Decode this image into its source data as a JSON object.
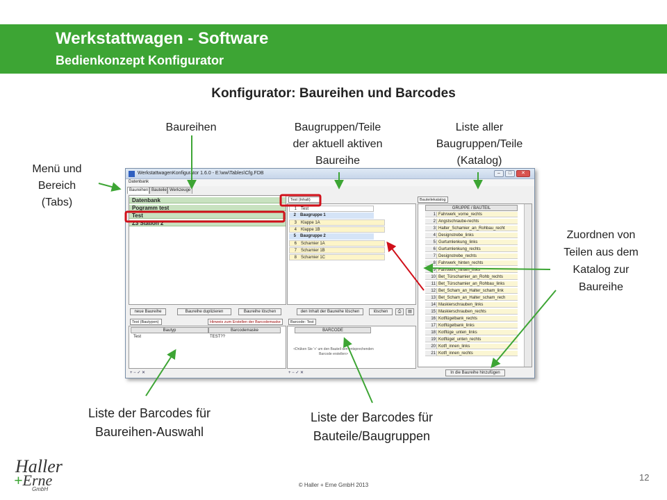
{
  "slide": {
    "title": "Werkstattwagen - Software",
    "subtitle": "Bedienkonzept Konfigurator",
    "heading": "Konfigurator: Baureihen und Barcodes",
    "page_number": "12",
    "copyright": "© Haller + Erne GmbH 2013",
    "logo_lines": [
      "Haller",
      "Erne",
      "GmbH"
    ]
  },
  "callouts": {
    "menu": [
      "Menü und",
      "Bereich",
      "(Tabs)"
    ],
    "series": [
      "Baureihen"
    ],
    "groups": [
      "Baugruppen/Teile",
      "der aktuell aktiven",
      "Baureihe"
    ],
    "catalog": [
      "Liste aller",
      "Baugruppen/Teile",
      "(Katalog)"
    ],
    "assign": [
      "Zuordnen von",
      "Teilen aus dem",
      "Katalog zur",
      "Baureihe"
    ],
    "barcodes_series": [
      "Liste der Barcodes für",
      "Baureihen-Auswahl"
    ],
    "barcodes_parts": [
      "Liste der Barcodes für",
      "Bauteile/Baugruppen"
    ]
  },
  "colors": {
    "brand_green": "#3da534",
    "highlight_red": "#d0101a",
    "arrow_green": "#3da534"
  },
  "app": {
    "title": "WerkstattwagenKonfigurator 1.6.0 - E:\\ww\\Tables\\Cfg.FDB",
    "menu": "Datenbank",
    "window_buttons": [
      "–",
      "□",
      "✕"
    ],
    "tabs": [
      "Baureihen",
      "Bauteile",
      "Werkzeuge"
    ],
    "series_list": [
      "Datenbank",
      "Pogramm test",
      "Test",
      "Z3 Station 2"
    ],
    "series_buttons": [
      "neue Baureihe",
      "Baureihe duplizieren",
      "Baureihe löschen"
    ],
    "content_tab": "Test (Inhalt)",
    "content_rows": [
      {
        "num": "1",
        "label": "Test",
        "type": "root"
      },
      {
        "num": "2",
        "label": "Baugruppe 1",
        "type": "group"
      },
      {
        "num": "3",
        "label": "Klappe 1A",
        "type": "part"
      },
      {
        "num": "4",
        "label": "Klappe 1B",
        "type": "part"
      },
      {
        "num": "5",
        "label": "Baugruppe 2",
        "type": "group"
      },
      {
        "num": "6",
        "label": "Scharnier 1A",
        "type": "part"
      },
      {
        "num": "7",
        "label": "Scharnier 1B",
        "type": "part"
      },
      {
        "num": "8",
        "label": "Scharnier 1C",
        "type": "part"
      }
    ],
    "content_buttons": [
      "den Inhalt der Baureihe löschen",
      "löschen"
    ],
    "barcode_series": {
      "tab": "Test (Bautypen)",
      "hint_tab": "Hinweis zum Erstellen der Barcodemaske",
      "columns": [
        "Bautyp",
        "Barcodemaske"
      ],
      "rows": [
        [
          "Test",
          "TEST??"
        ]
      ]
    },
    "barcode_parts": {
      "tab": "Barcode: Test",
      "column": "BARCODE",
      "hint": "<Drüken Sie '+' um den Bauteil den entsprechenden Barcode erstellen>"
    },
    "footer_tools": "+ − ✓ ✕",
    "catalog": {
      "tab": "Bauteilekatalog",
      "column": "GRUPPE / BAUTEIL",
      "items": [
        {
          "n": "1",
          "name": "Fahrwerk_vorne_rechts"
        },
        {
          "n": "2",
          "name": "Angstschraube-rechts"
        },
        {
          "n": "3",
          "name": "Halter_Schamier_an_Rohbau_recht"
        },
        {
          "n": "4",
          "name": "Designstrebe_links"
        },
        {
          "n": "5",
          "name": "Gurtumlenkung_links"
        },
        {
          "n": "6",
          "name": "Gurtumlenkung_rechts"
        },
        {
          "n": "7",
          "name": "Designstrebe_rechts"
        },
        {
          "n": "8",
          "name": "Fahrwerk_hinten_rechts"
        },
        {
          "n": "9",
          "name": "Fahrwerk_hinten_links"
        },
        {
          "n": "10",
          "name": "Bet_Türschamier_an_Rohb_rechts"
        },
        {
          "n": "11",
          "name": "Bet_Türschamier_an_Rohbau_links"
        },
        {
          "n": "12",
          "name": "Bet_Scham_an_Halter_scham_link"
        },
        {
          "n": "13",
          "name": "Bet_Scham_an_Halter_scham_rech"
        },
        {
          "n": "14",
          "name": "Maskierschrauben_links"
        },
        {
          "n": "15",
          "name": "Maskierschrauben_rechts"
        },
        {
          "n": "16",
          "name": "Kotflügelbank_rechts"
        },
        {
          "n": "17",
          "name": "Kotflügelbank_links"
        },
        {
          "n": "18",
          "name": "Kotflüge_unten_links"
        },
        {
          "n": "19",
          "name": "Kotflügel_unten_rechts"
        },
        {
          "n": "20",
          "name": "Kotfl_innen_links"
        },
        {
          "n": "21",
          "name": "Kotfl_innen_rechts"
        }
      ],
      "add_button": "In die Baureihe hinzufügen"
    }
  }
}
